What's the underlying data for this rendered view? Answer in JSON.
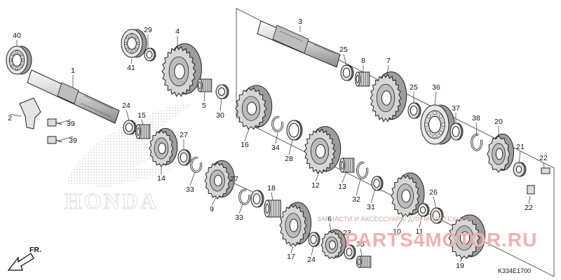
{
  "diagram_code": "K334E1700",
  "direction_label": "FR.",
  "watermark": {
    "top_line": "ЗАПЧАСТИ И АКСЕССУАРЫ ДЛЯ МОТОТЕХНИКИ",
    "bottom_line": "PARTS4MOTOR.RU"
  },
  "brand_logo_text": "HONDA",
  "callouts": [
    "1",
    "2",
    "3",
    "4",
    "5",
    "6",
    "7",
    "8",
    "9",
    "10",
    "11",
    "12",
    "13",
    "14",
    "15",
    "16",
    "17",
    "18",
    "19",
    "20",
    "21",
    "22",
    "22",
    "23",
    "24",
    "24",
    "25",
    "25",
    "26",
    "27",
    "27",
    "28",
    "29",
    "30",
    "31",
    "32",
    "33",
    "33",
    "34",
    "35",
    "36",
    "37",
    "38",
    "39",
    "39",
    "40",
    "41"
  ]
}
